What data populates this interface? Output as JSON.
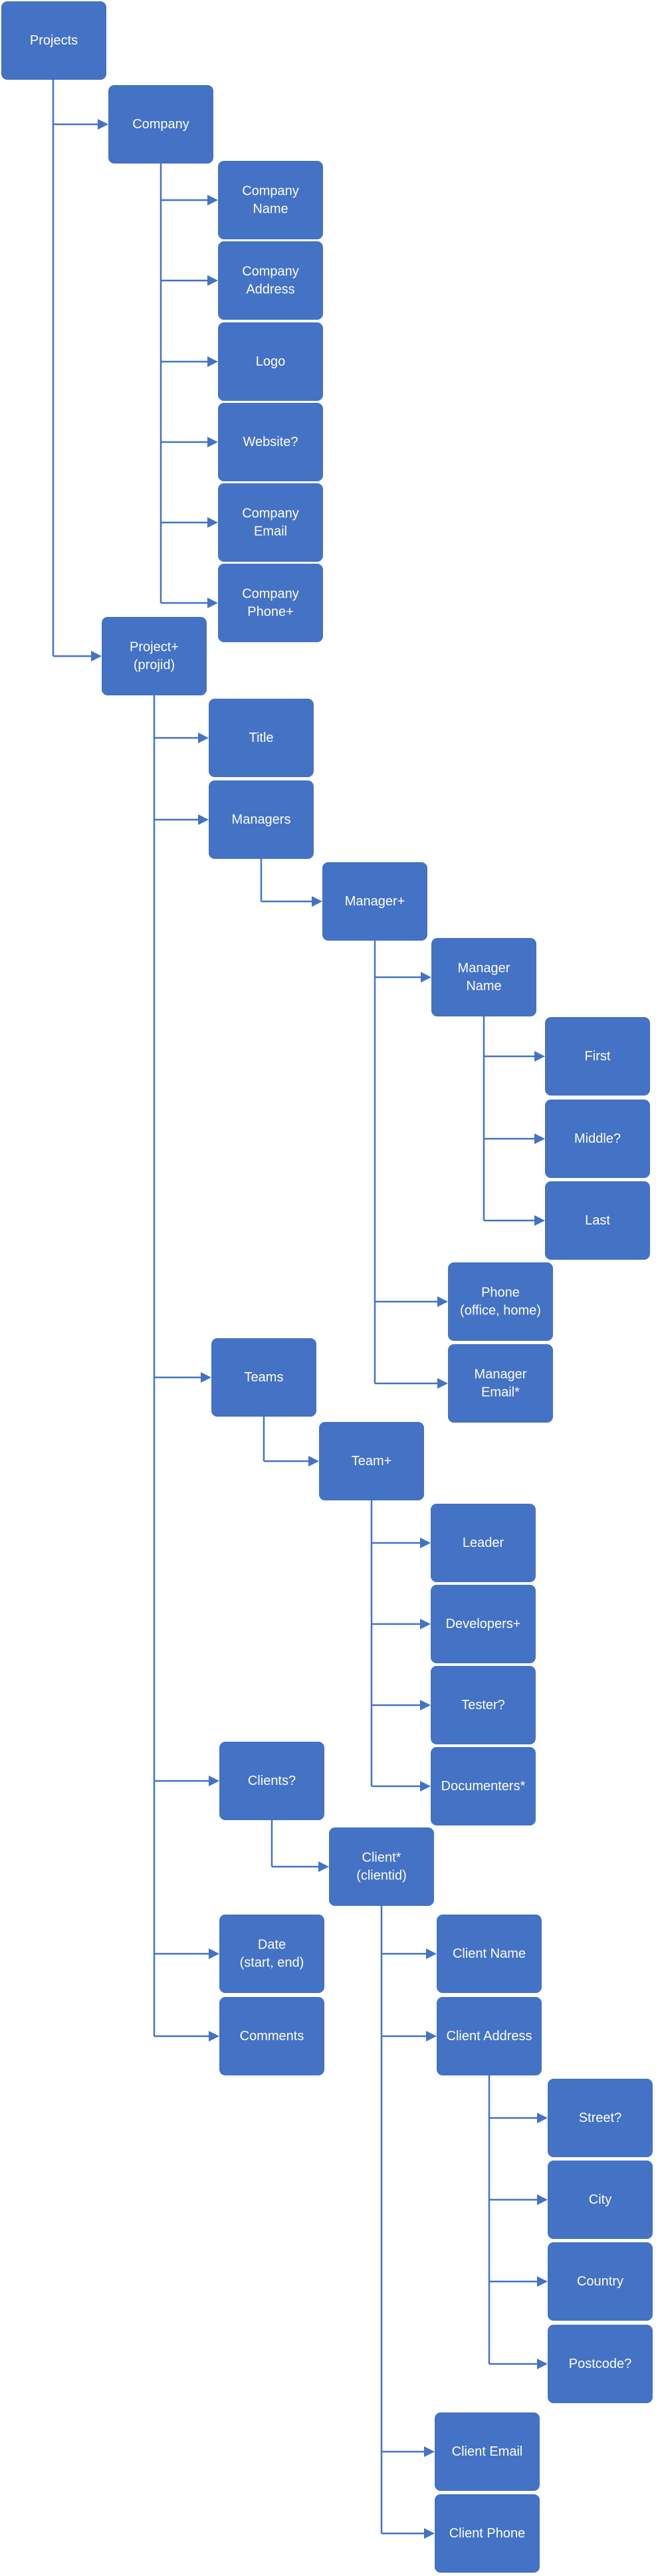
{
  "colors": {
    "node_fill": "#4472c4",
    "node_text": "#ffffff",
    "connector": "#4472c4",
    "background": "#ffffff"
  },
  "diagram": {
    "nodes": [
      {
        "id": "projects",
        "lines": [
          "Projects"
        ]
      },
      {
        "id": "company",
        "lines": [
          "Company"
        ]
      },
      {
        "id": "company-name",
        "lines": [
          "Company",
          "Name"
        ]
      },
      {
        "id": "company-address",
        "lines": [
          "Company",
          "Address"
        ]
      },
      {
        "id": "logo",
        "lines": [
          "Logo"
        ]
      },
      {
        "id": "website",
        "lines": [
          "Website?"
        ]
      },
      {
        "id": "company-email",
        "lines": [
          "Company",
          "Email"
        ]
      },
      {
        "id": "company-phone",
        "lines": [
          "Company",
          "Phone+"
        ]
      },
      {
        "id": "project",
        "lines": [
          "Project+",
          "(projid)"
        ]
      },
      {
        "id": "title",
        "lines": [
          "Title"
        ]
      },
      {
        "id": "managers",
        "lines": [
          "Managers"
        ]
      },
      {
        "id": "manager",
        "lines": [
          "Manager+"
        ]
      },
      {
        "id": "manager-name",
        "lines": [
          "Manager",
          "Name"
        ]
      },
      {
        "id": "first",
        "lines": [
          "First"
        ]
      },
      {
        "id": "middle",
        "lines": [
          "Middle?"
        ]
      },
      {
        "id": "last",
        "lines": [
          "Last"
        ]
      },
      {
        "id": "phone",
        "lines": [
          "Phone",
          "(office, home)"
        ]
      },
      {
        "id": "manager-email",
        "lines": [
          "Manager",
          "Email*"
        ]
      },
      {
        "id": "teams",
        "lines": [
          "Teams"
        ]
      },
      {
        "id": "team",
        "lines": [
          "Team+"
        ]
      },
      {
        "id": "leader",
        "lines": [
          "Leader"
        ]
      },
      {
        "id": "developers",
        "lines": [
          "Developers+"
        ]
      },
      {
        "id": "tester",
        "lines": [
          "Tester?"
        ]
      },
      {
        "id": "documenters",
        "lines": [
          "Documenters*"
        ]
      },
      {
        "id": "clients",
        "lines": [
          "Clients?"
        ]
      },
      {
        "id": "client",
        "lines": [
          "Client*",
          "(clientid)"
        ]
      },
      {
        "id": "date",
        "lines": [
          "Date",
          "(start, end)"
        ]
      },
      {
        "id": "comments",
        "lines": [
          "Comments"
        ]
      },
      {
        "id": "client-name",
        "lines": [
          "Client Name"
        ]
      },
      {
        "id": "client-address",
        "lines": [
          "Client Address"
        ]
      },
      {
        "id": "street",
        "lines": [
          "Street?"
        ]
      },
      {
        "id": "city",
        "lines": [
          "City"
        ]
      },
      {
        "id": "country",
        "lines": [
          "Country"
        ]
      },
      {
        "id": "postcode",
        "lines": [
          "Postcode?"
        ]
      },
      {
        "id": "client-email",
        "lines": [
          "Client Email"
        ]
      },
      {
        "id": "client-phone",
        "lines": [
          "Client Phone"
        ]
      }
    ],
    "edges": [
      {
        "from": "projects",
        "to": "company"
      },
      {
        "from": "projects",
        "to": "project"
      },
      {
        "from": "company",
        "to": "company-name"
      },
      {
        "from": "company",
        "to": "company-address"
      },
      {
        "from": "company",
        "to": "logo"
      },
      {
        "from": "company",
        "to": "website"
      },
      {
        "from": "company",
        "to": "company-email"
      },
      {
        "from": "company",
        "to": "company-phone"
      },
      {
        "from": "project",
        "to": "title"
      },
      {
        "from": "project",
        "to": "managers"
      },
      {
        "from": "project",
        "to": "teams"
      },
      {
        "from": "project",
        "to": "clients"
      },
      {
        "from": "project",
        "to": "date"
      },
      {
        "from": "project",
        "to": "comments"
      },
      {
        "from": "managers",
        "to": "manager"
      },
      {
        "from": "manager",
        "to": "manager-name"
      },
      {
        "from": "manager",
        "to": "phone"
      },
      {
        "from": "manager",
        "to": "manager-email"
      },
      {
        "from": "manager-name",
        "to": "first"
      },
      {
        "from": "manager-name",
        "to": "middle"
      },
      {
        "from": "manager-name",
        "to": "last"
      },
      {
        "from": "teams",
        "to": "team"
      },
      {
        "from": "team",
        "to": "leader"
      },
      {
        "from": "team",
        "to": "developers"
      },
      {
        "from": "team",
        "to": "tester"
      },
      {
        "from": "team",
        "to": "documenters"
      },
      {
        "from": "clients",
        "to": "client"
      },
      {
        "from": "client",
        "to": "client-name"
      },
      {
        "from": "client",
        "to": "client-address"
      },
      {
        "from": "client",
        "to": "client-email"
      },
      {
        "from": "client",
        "to": "client-phone"
      },
      {
        "from": "client-address",
        "to": "street"
      },
      {
        "from": "client-address",
        "to": "city"
      },
      {
        "from": "client-address",
        "to": "country"
      },
      {
        "from": "client-address",
        "to": "postcode"
      }
    ]
  }
}
